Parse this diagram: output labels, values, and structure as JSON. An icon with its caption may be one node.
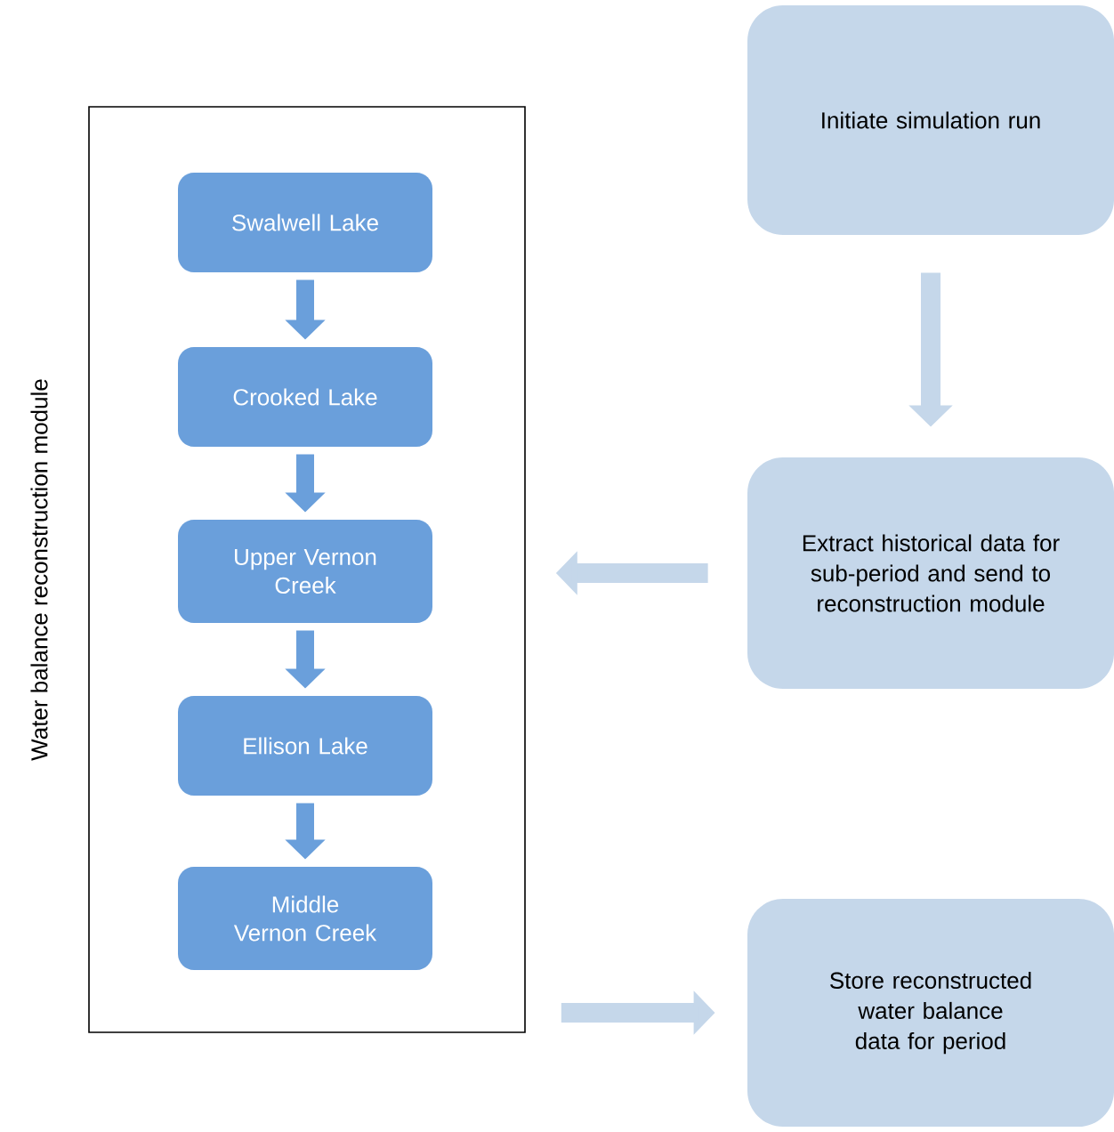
{
  "diagram": {
    "nodes": [
      {
        "text": [
          "Water balance reconstruction module"
        ]
      },
      {
        "text": [
          "Swalwell Lake"
        ],
        "in": 0
      },
      {
        "text": [
          "Crooked Lake"
        ],
        "in": 0
      },
      {
        "text": [
          "Upper Vernon Creek"
        ],
        "in": 0
      },
      {
        "text": [
          "Ellison Lake"
        ],
        "in": 0
      },
      {
        "text": [
          "Middle Vernon Creek"
        ],
        "in": 0
      },
      {
        "text": [
          "Initiate simulation run"
        ]
      },
      {
        "text": [
          "Extract historical data for sub-period and send to reconstruction module"
        ]
      },
      {
        "text": [
          "Store reconstructed water balance data for period"
        ]
      }
    ],
    "edges": [
      {
        "from": 1,
        "to": 2,
        "arrow": "to"
      },
      {
        "from": 2,
        "to": 3,
        "arrow": "to"
      },
      {
        "from": 3,
        "to": 4,
        "arrow": "to"
      },
      {
        "from": 4,
        "to": 5,
        "arrow": "to"
      },
      {
        "from": 6,
        "to": 7,
        "arrow": "to",
        "color": "#c5d7ea"
      },
      {
        "from": 7,
        "to": 0,
        "arrow": "to",
        "color": "#c5d7ea"
      },
      {
        "from": 0,
        "to": 8,
        "arrow": "to",
        "color": "#c5d7ea"
      }
    ]
  }
}
